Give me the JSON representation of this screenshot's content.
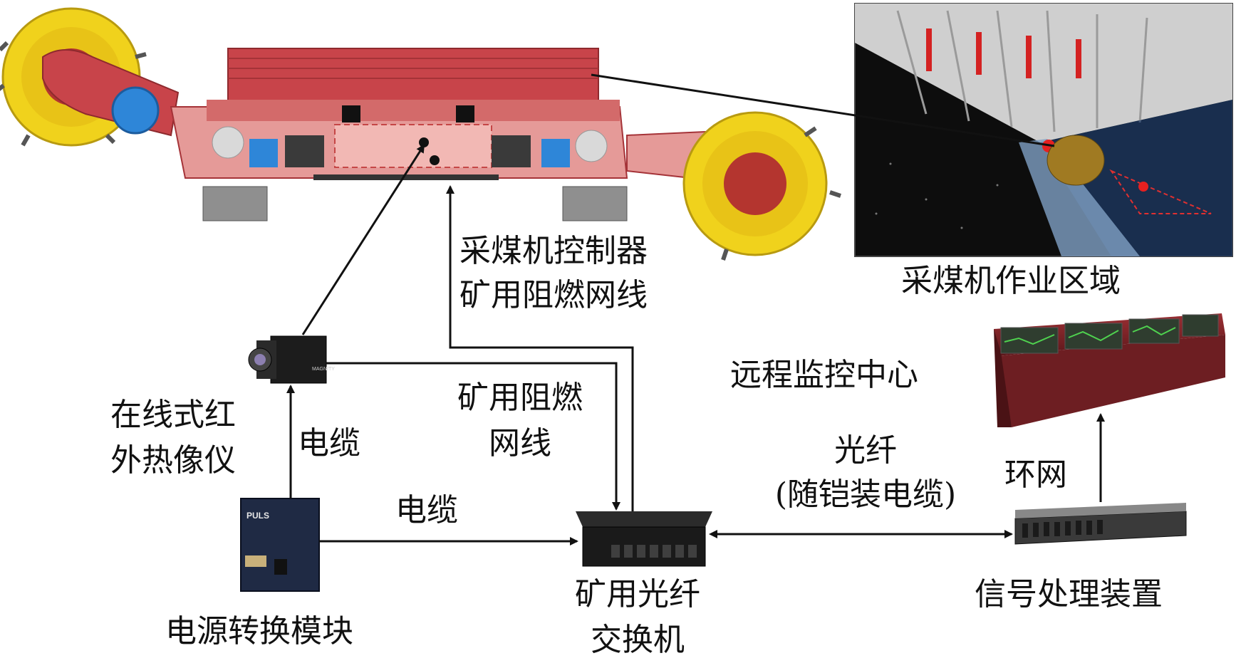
{
  "labels": {
    "shearer_controller": "采煤机控制器",
    "network_cable_top": "矿用阻燃网线",
    "shearer_work_area": "采煤机作业区域",
    "remote_center": "远程监控中心",
    "infrared_camera_line1": "在线式红",
    "infrared_camera_line2": "外热像仪",
    "cable_left": "电缆",
    "network_cable_mid_line1": "矿用阻燃",
    "network_cable_mid_line2": "网线",
    "fiber_line1": "光纤",
    "fiber_line2": "(随铠装电缆)",
    "ring_network": "环网",
    "cable_bottom": "电缆",
    "power_module": "电源转换模块",
    "switch_line1": "矿用光纤",
    "switch_line2": "交换机",
    "signal_processor": "信号处理装置"
  },
  "device_text": {
    "camera_brand": "MAGNITY",
    "power_brand": "PULS"
  },
  "colors": {
    "shearer_red": "#c8444a",
    "shearer_pink": "#e59a98",
    "drum_yellow": "#f0d21c",
    "line": "#111111"
  }
}
